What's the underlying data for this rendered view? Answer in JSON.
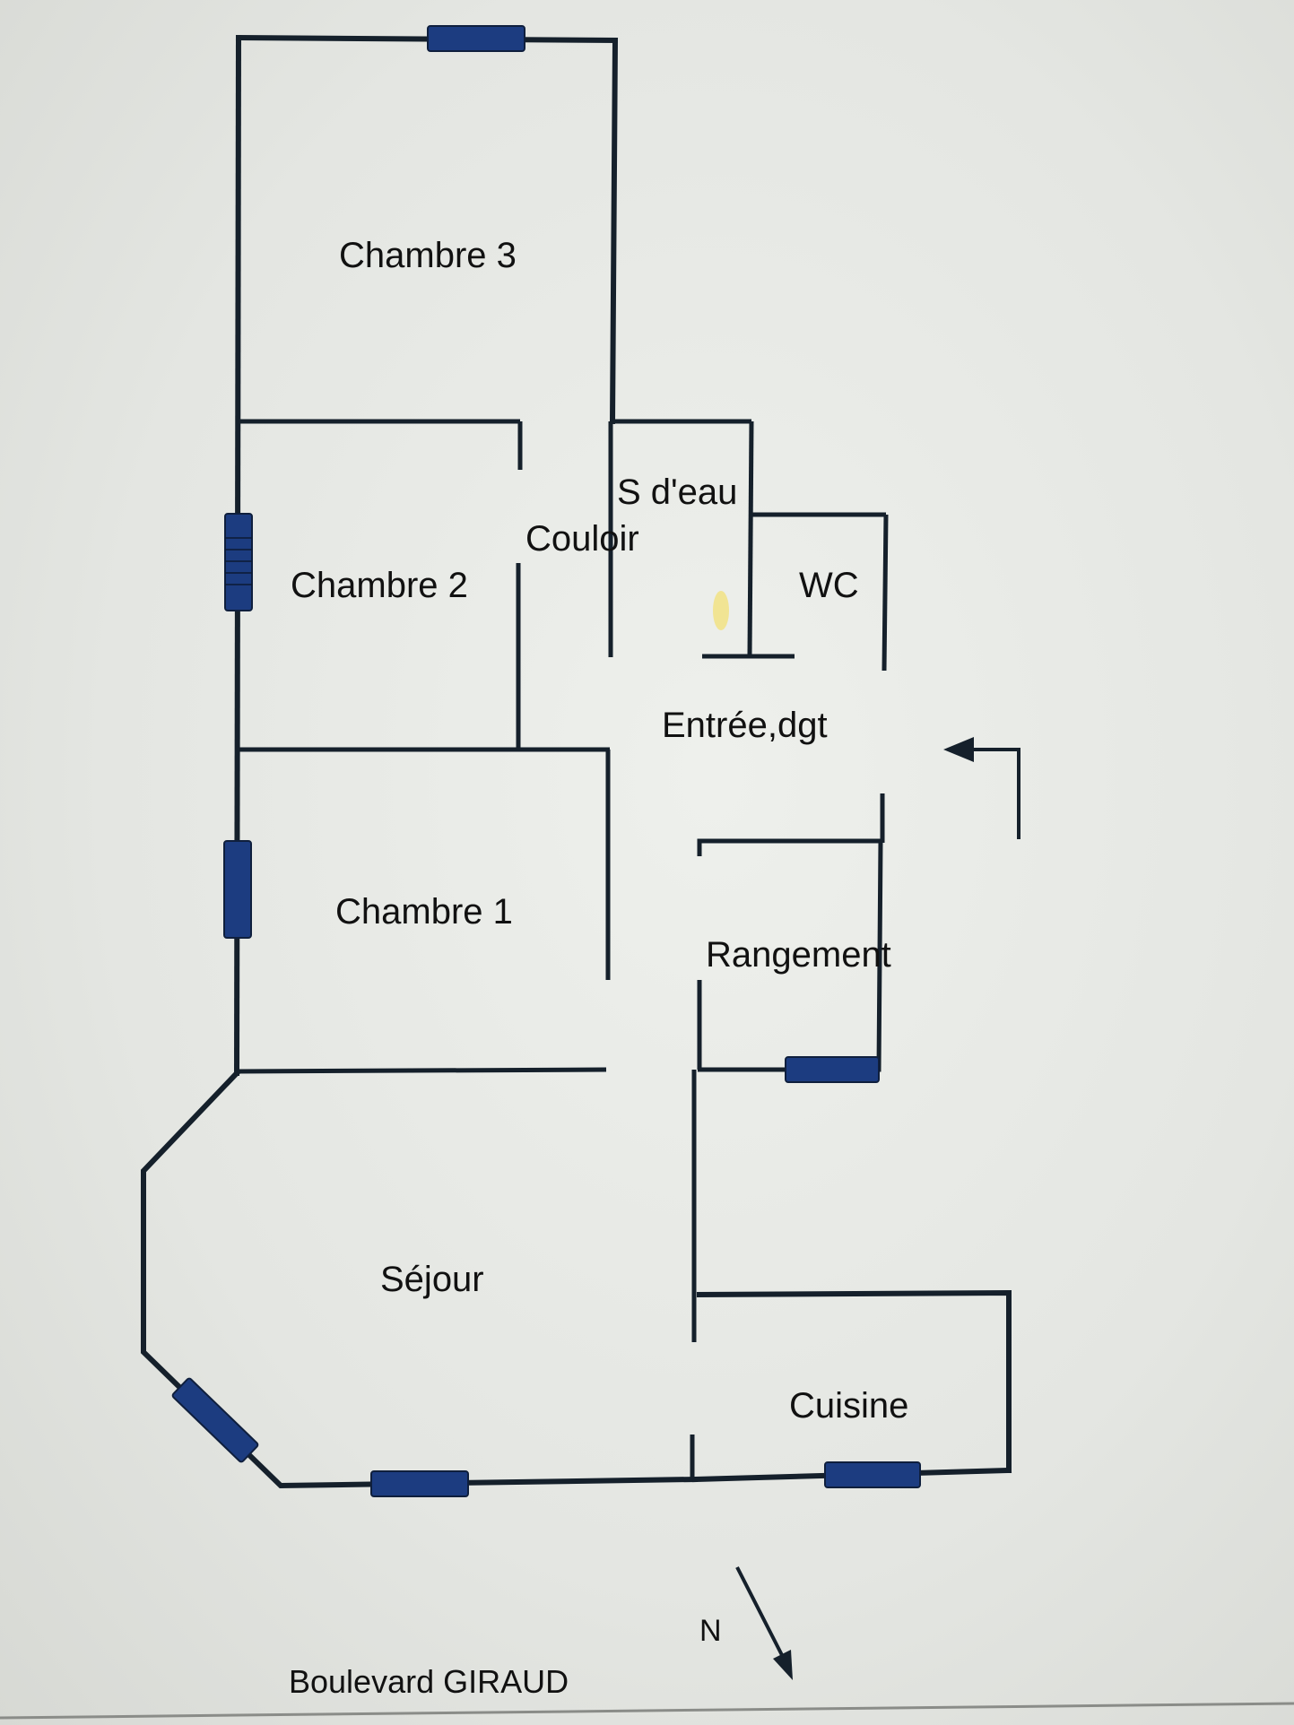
{
  "plan": {
    "rooms": [
      {
        "id": "chambre-3",
        "label": "Chambre 3"
      },
      {
        "id": "chambre-2",
        "label": "Chambre 2"
      },
      {
        "id": "chambre-1",
        "label": "Chambre 1"
      },
      {
        "id": "couloir",
        "label": "Couloir"
      },
      {
        "id": "salle-d-eau",
        "label": "S d'eau"
      },
      {
        "id": "wc",
        "label": "WC"
      },
      {
        "id": "entree",
        "label": "Entrée,dgt"
      },
      {
        "id": "rangement",
        "label": "Rangement"
      },
      {
        "id": "sejour",
        "label": "Séjour"
      },
      {
        "id": "cuisine",
        "label": "Cuisine"
      }
    ],
    "street": "Boulevard GIRAUD",
    "north": "N",
    "colors": {
      "wall": "#15202b",
      "window": "#1c3c80",
      "background": "#e3e5e2"
    }
  }
}
